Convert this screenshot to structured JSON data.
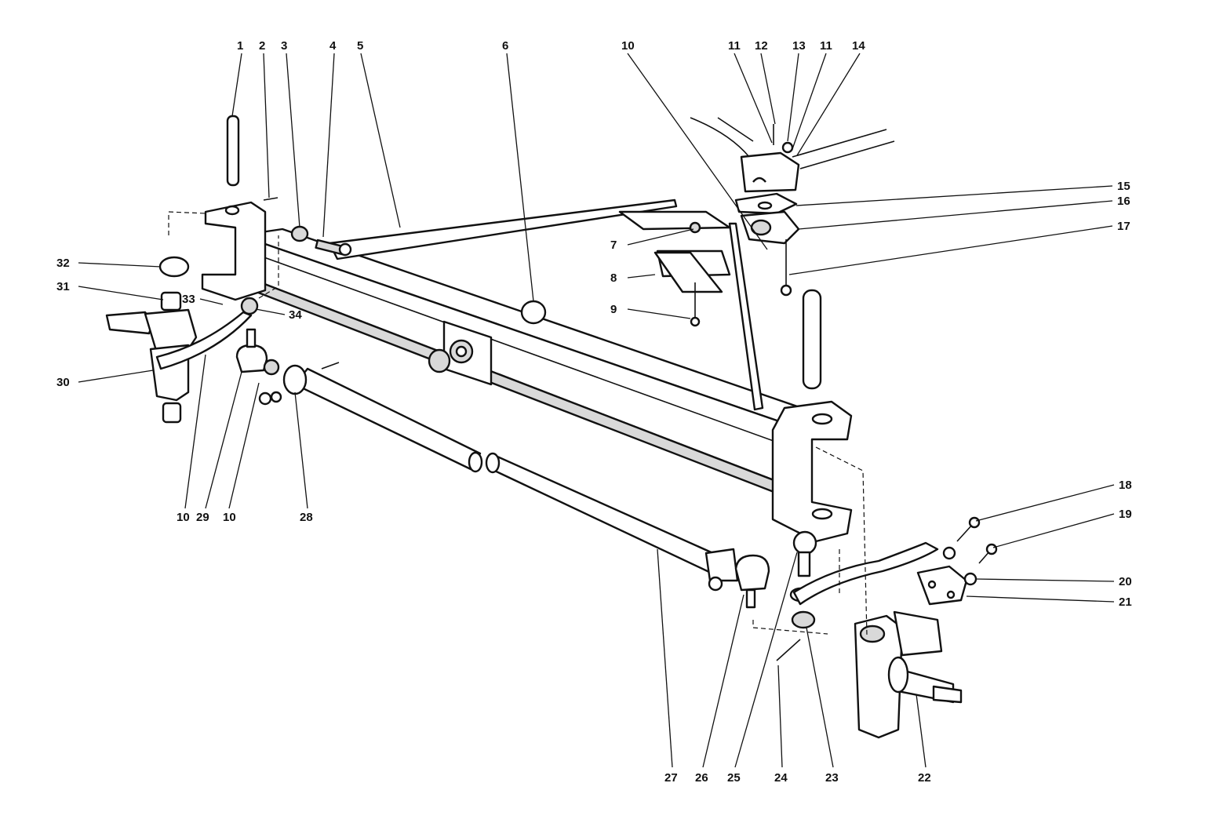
{
  "callouts": {
    "c1": "1",
    "c2": "2",
    "c3": "3",
    "c4": "4",
    "c5": "5",
    "c6": "6",
    "c10_top": "10",
    "c11_left": "11",
    "c12": "12",
    "c13": "13",
    "c11_right": "11",
    "c14": "14",
    "c15": "15",
    "c16": "16",
    "c17": "17",
    "c7": "7",
    "c8": "8",
    "c9": "9",
    "c32": "32",
    "c31": "31",
    "c33": "33",
    "c34": "34",
    "c30": "30",
    "c10_bl": "10",
    "c29": "29",
    "c10_bm": "10",
    "c28": "28",
    "c18": "18",
    "c19": "19",
    "c20": "20",
    "c21": "21",
    "c27": "27",
    "c26": "26",
    "c25": "25",
    "c24": "24",
    "c23": "23",
    "c22": "22"
  }
}
